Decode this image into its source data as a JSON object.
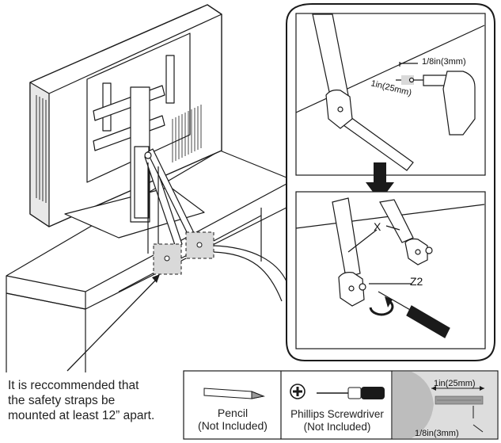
{
  "note": {
    "line1": "It is reccommended that",
    "line2": "the safety straps be",
    "line3": "mounted at least 12” apart."
  },
  "tools": [
    {
      "name": "Pencil",
      "note": "(Not Included)"
    },
    {
      "name": "Phillips Screwdriver",
      "note": "(Not Included)"
    }
  ],
  "drill_bit": {
    "length": "1in(25mm)",
    "diameter": "1/8in(3mm)"
  },
  "detail_top": {
    "hole_diameter": "1/8in(3mm)",
    "hole_depth": "1in(25mm)"
  },
  "detail_bottom": {
    "part_a": "X",
    "part_b": "Z2"
  },
  "icons": {
    "plus": "plus-icon",
    "arrow": "down-arrow-icon",
    "rotate": "rotate-arrow-icon"
  },
  "colors": {
    "line": "#1a1a1a",
    "highlight": "#d9d9d9"
  }
}
